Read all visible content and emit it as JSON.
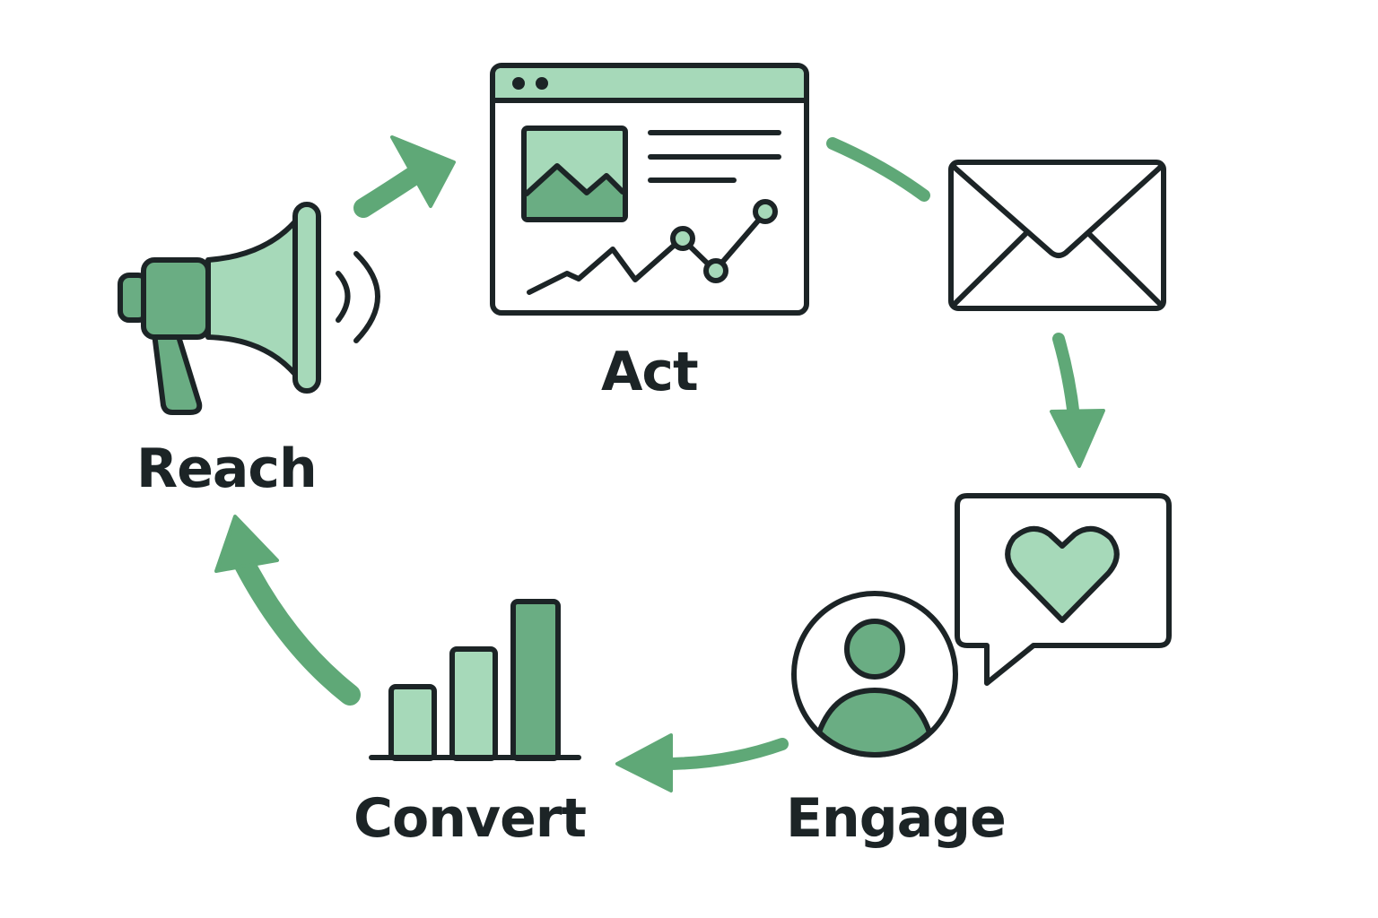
{
  "diagram": {
    "type": "cycle",
    "stages": [
      {
        "id": "reach",
        "label": "Reach",
        "icon": "megaphone-icon"
      },
      {
        "id": "act",
        "label": "Act",
        "icon": "browser-analytics-icon"
      },
      {
        "id": "email",
        "label": "",
        "icon": "envelope-icon"
      },
      {
        "id": "engage",
        "label": "Engage",
        "icon": "user-heart-message-icon"
      },
      {
        "id": "convert",
        "label": "Convert",
        "icon": "bar-chart-icon"
      }
    ],
    "flow": [
      "reach",
      "act",
      "email",
      "engage",
      "convert",
      "reach"
    ]
  },
  "colors": {
    "outline": "#1c2426",
    "light_green": "#a6d9b9",
    "mid_green": "#6aad83",
    "arrow_green": "#5fa877",
    "background": "#ffffff"
  }
}
